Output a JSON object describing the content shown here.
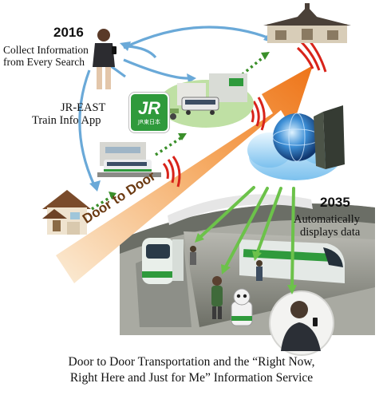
{
  "labels": {
    "year_2016": "2016",
    "collect_line1": "Collect Information",
    "collect_line2": "from Every Search",
    "app_line1": "JR-EAST",
    "app_line2": "Train Info App",
    "year_2035": "2035",
    "auto_line1": "Automatically",
    "auto_line2": "displays data",
    "arrow_text": "Door to Door",
    "logo_text": "JR",
    "logo_subtext": "JR東日本"
  },
  "caption": {
    "line1": "Door to Door Transportation and the “Right Now,",
    "line2": "Right Here and Just for Me” Information Service"
  },
  "colors": {
    "arrow_start": "#f9e6c7",
    "arrow_end": "#f07a1e",
    "jr_green": "#2f9a3c",
    "blue_connector": "#6aa9d8",
    "green_dots": "#3a8f2a",
    "signal_red": "#d8231a",
    "beam_green": "#6cc24a"
  }
}
